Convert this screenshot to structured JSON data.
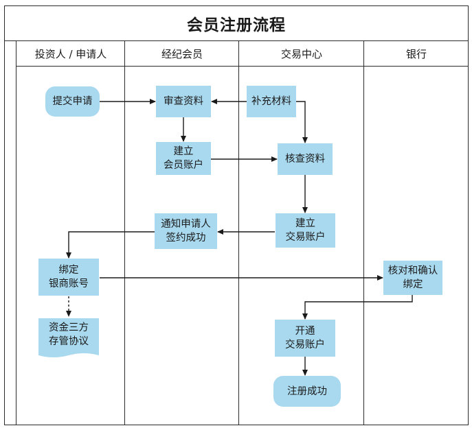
{
  "title": "会员注册流程",
  "lanes": [
    "投资人 / 申请人",
    "经纪会员",
    "交易中心",
    "银行"
  ],
  "nodes": {
    "submit_application": "提交申请",
    "review_materials": "审查资料",
    "supplement_materials": "补充材料",
    "create_member_account": "建立\n会员账户",
    "verify_materials": "核查资料",
    "create_trading_account": "建立\n交易账户",
    "notify_applicant": "通知申请人\n签约成功",
    "bind_bank_account": "绑定\n银商账号",
    "tripartite_agreement": "资金三方\n存管协议",
    "verify_binding": "核对和确认\n绑定",
    "open_trading_account": "开通\n交易账户",
    "registration_success": "注册成功"
  },
  "colors": {
    "node_fill": "#a9d9ef",
    "line": "#1a1a1a",
    "border": "#2a2a2a"
  }
}
